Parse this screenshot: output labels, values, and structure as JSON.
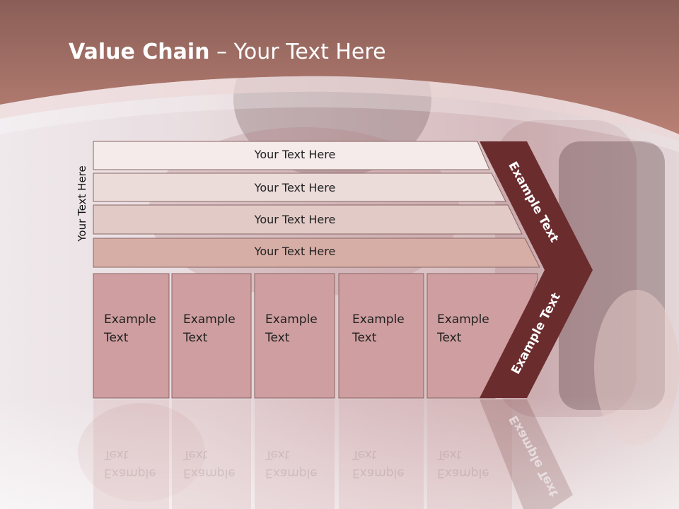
{
  "slide": {
    "title_bold": "Value Chain",
    "title_rest": " – Your Text Here",
    "vertical_label": "Your Text Here",
    "rows": [
      "Your Text Here",
      "Your Text Here",
      "Your Text Here",
      "Your Text Here"
    ],
    "boxes": [
      {
        "line1": "Example",
        "line2": "Text"
      },
      {
        "line1": "Example",
        "line2": "Text"
      },
      {
        "line1": "Example",
        "line2": "Text"
      },
      {
        "line1": "Example",
        "line2": "Text"
      },
      {
        "line1": "Example",
        "line2": "Text"
      }
    ],
    "chevron_upper": "Example Text",
    "chevron_lower": "Example Text"
  },
  "colors": {
    "header": "#a86e64",
    "chevron": "#6b2c2e",
    "box_fill": "#cf9ea0",
    "row_fills": [
      "#f4ebea",
      "#ebdcda",
      "#e2cac6",
      "#d7aea6"
    ]
  }
}
